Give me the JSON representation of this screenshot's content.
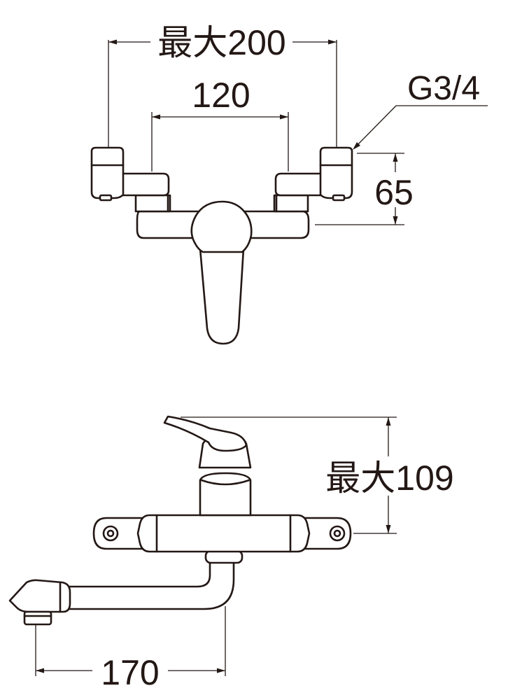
{
  "front_view": {
    "max_span_label": "最大200",
    "center_spacing_label": "120",
    "thread_label": "G3/4",
    "height_label": "65"
  },
  "side_view": {
    "max_height_label": "最大109",
    "spout_reach_label": "170"
  },
  "colors": {
    "line": "#231815",
    "background": "#ffffff"
  }
}
